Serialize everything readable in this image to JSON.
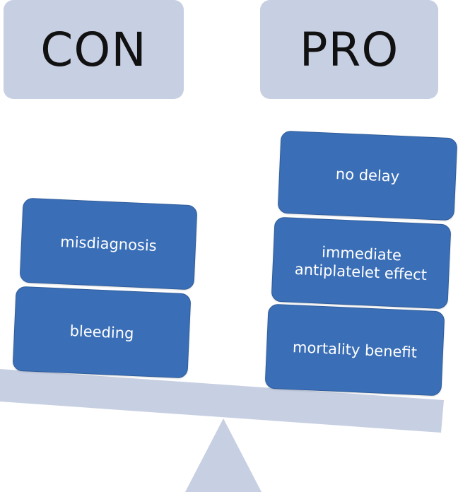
{
  "headers": {
    "con": "CON",
    "pro": "PRO"
  },
  "con_items": [
    {
      "label": "misdiagnosis"
    },
    {
      "label": "bleeding"
    }
  ],
  "pro_items": [
    {
      "label": "no delay"
    },
    {
      "label": "immediate antiplatelet effect"
    },
    {
      "label": "mortality benefit"
    }
  ],
  "colors": {
    "header_fill": "#c7cfe3",
    "item_fill": "#3a6eb6",
    "beam_fill": "#c7cfe3",
    "item_text": "#ffffff"
  }
}
